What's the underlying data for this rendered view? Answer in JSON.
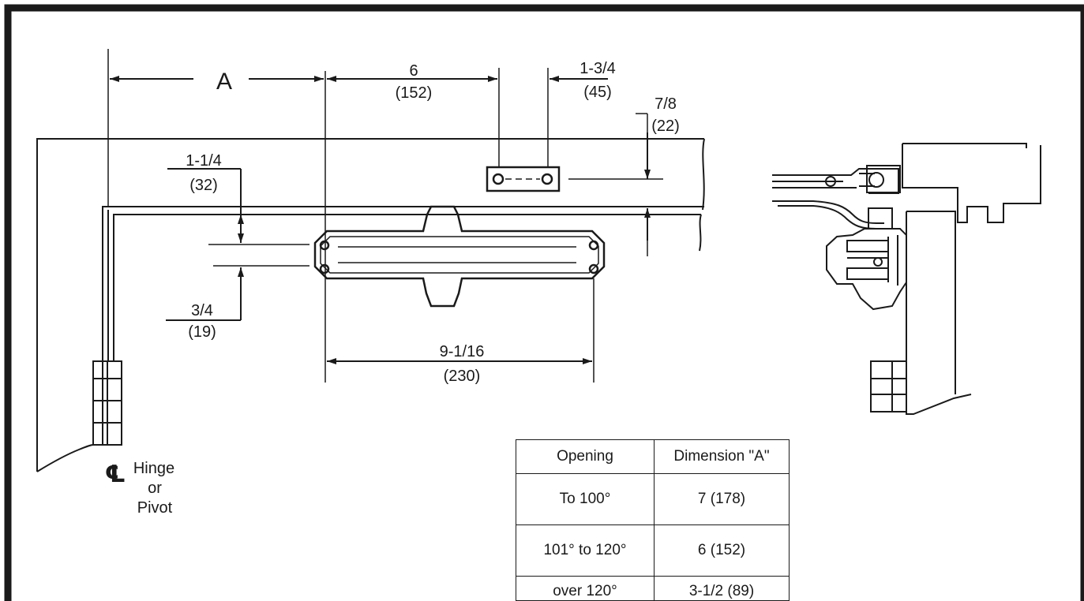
{
  "dimensions": {
    "a": "A",
    "d6": "6",
    "d6_mm": "(152)",
    "d1_3_4": "1-3/4",
    "d1_3_4_mm": "(45)",
    "d7_8": "7/8",
    "d7_8_mm": "(22)",
    "d1_1_4": "1-1/4",
    "d1_1_4_mm": "(32)",
    "d3_4": "3/4",
    "d3_4_mm": "(19)",
    "d9_1_16": "9-1/16",
    "d9_1_16_mm": "(230)"
  },
  "hinge_label": {
    "symbol": "℄",
    "line1": "Hinge",
    "line2": "or",
    "line3": "Pivot"
  },
  "table": {
    "headers": [
      "Opening",
      "Dimension \"A\""
    ],
    "rows": [
      [
        "To 100°",
        "7 (178)"
      ],
      [
        "101° to 120°",
        "6 (152)"
      ],
      [
        "over 120°",
        "3-1/2 (89)"
      ]
    ]
  }
}
